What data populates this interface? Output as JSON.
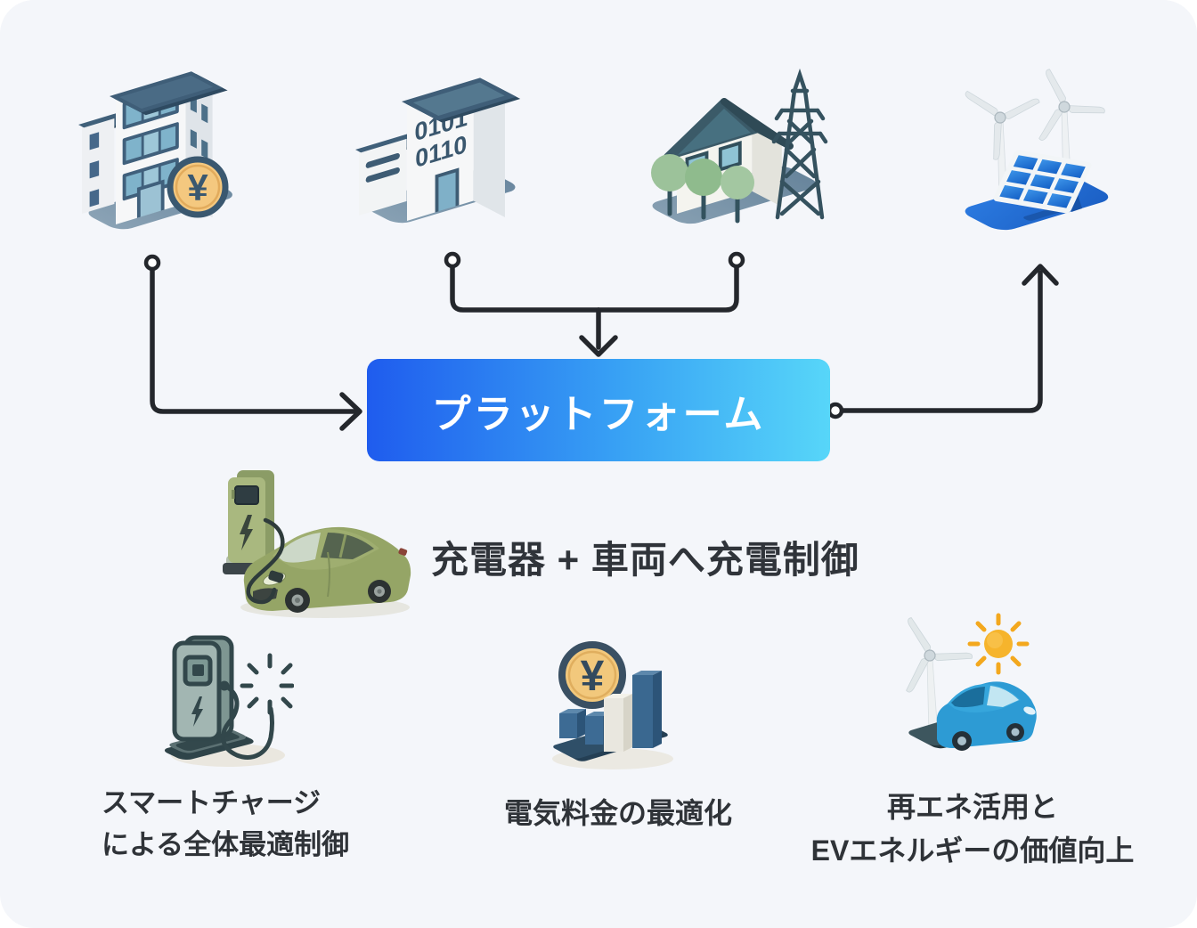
{
  "background": {
    "outer": "#ffffff",
    "canvas": "#f4f6fa"
  },
  "palette": {
    "connector": "#24272c",
    "text": "#2f3338",
    "platform_gradient": [
      "#1f5cee",
      "#38a2f4",
      "#57d6f9"
    ],
    "coin_gold": "#f2c87c",
    "ground_slate": "#7e99ae",
    "renewable_blue": "#2273da"
  },
  "top_sources": [
    {
      "id": "finance-building",
      "icon": "office-building-yen-icon",
      "coin_symbol": "¥"
    },
    {
      "id": "data-building",
      "icon": "binary-building-icon",
      "binary_lines": [
        "0101",
        "0110"
      ]
    },
    {
      "id": "home-grid",
      "icon": "house-transmission-tower-icon"
    },
    {
      "id": "renewables",
      "icon": "wind-solar-icon"
    }
  ],
  "platform": {
    "label": "プラットフォーム"
  },
  "charging_flow": {
    "label": "充電器 + 車両へ充電制御",
    "icon": "ev-charger-car-icon"
  },
  "benefits": [
    {
      "icon": "smart-charger-spark-icon",
      "lines": [
        "スマートチャージ",
        "による全体最適制御"
      ]
    },
    {
      "icon": "yen-bar-chart-icon",
      "coin_symbol": "¥",
      "lines": [
        "電気料金の最適化"
      ]
    },
    {
      "icon": "wind-ev-sun-icon",
      "lines": [
        "再エネ活用と",
        "EVエネルギーの価値向上"
      ]
    }
  ]
}
